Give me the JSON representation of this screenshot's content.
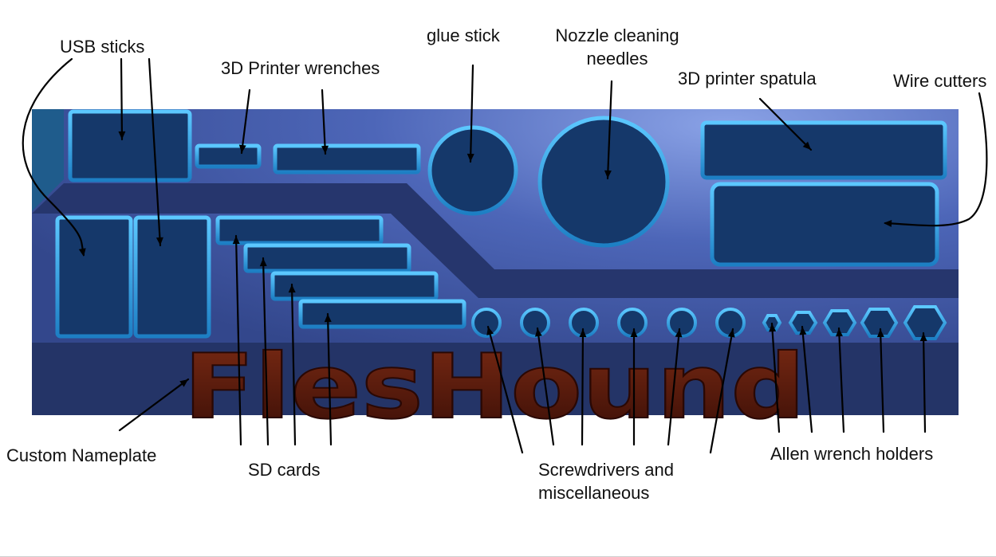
{
  "labels": {
    "usb_sticks": "USB sticks",
    "printer_wrenches": "3D Printer wrenches",
    "glue_stick": "glue stick",
    "nozzle_line1": "Nozzle cleaning",
    "nozzle_line2": "needles",
    "spatula": "3D printer spatula",
    "wire_cutters": "Wire cutters",
    "nameplate": "Custom Nameplate",
    "sd_cards": "SD cards",
    "screwdrivers_line1": "Screwdrivers and",
    "screwdrivers_line2": "miscellaneous",
    "allen_holders": "Allen wrench holders"
  },
  "nameplate_text": "FlesHound",
  "colors": {
    "tray_base": "#3a4f96",
    "tray_highlight": "#8aa2e6",
    "tray_dark": "#243467",
    "pocket_fill": "#15386a",
    "pocket_rim": "#2fa7e6",
    "nameplate_text": "#5a1a0c",
    "arrow": "#000000"
  }
}
